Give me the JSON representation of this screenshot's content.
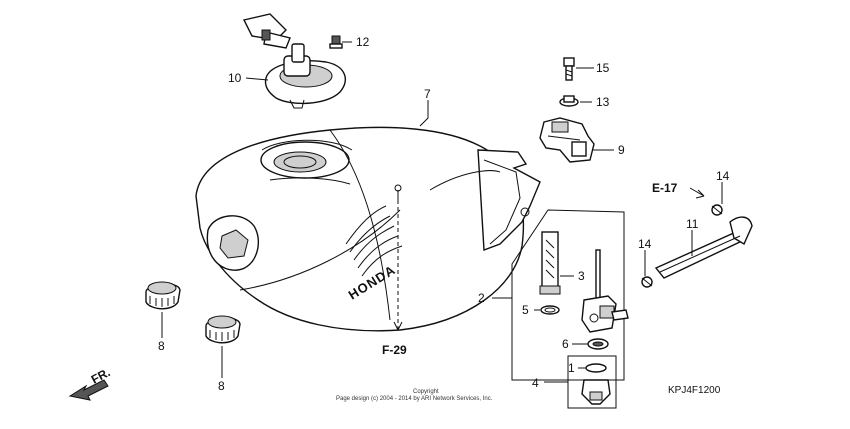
{
  "callouts": [
    {
      "id": "c1",
      "text": "1"
    },
    {
      "id": "c2",
      "text": "2"
    },
    {
      "id": "c3",
      "text": "3"
    },
    {
      "id": "c4",
      "text": "4"
    },
    {
      "id": "c5",
      "text": "5"
    },
    {
      "id": "c6",
      "text": "6"
    },
    {
      "id": "c7",
      "text": "7"
    },
    {
      "id": "c8a",
      "text": "8"
    },
    {
      "id": "c8b",
      "text": "8"
    },
    {
      "id": "c9",
      "text": "9"
    },
    {
      "id": "c10",
      "text": "10"
    },
    {
      "id": "c11",
      "text": "11"
    },
    {
      "id": "c12",
      "text": "12"
    },
    {
      "id": "c13",
      "text": "13"
    },
    {
      "id": "c14a",
      "text": "14"
    },
    {
      "id": "c14b",
      "text": "14"
    },
    {
      "id": "c15",
      "text": "15"
    }
  ],
  "refs": {
    "e17": "E-17",
    "f29": "F-29",
    "front": "FR."
  },
  "tank_logo": "HONDA",
  "diagram_code": "KPJ4F1200",
  "copyright": {
    "line1": "Copyright",
    "line2": "Page design (c) 2004 - 2014 by ARI Network Services, Inc."
  }
}
